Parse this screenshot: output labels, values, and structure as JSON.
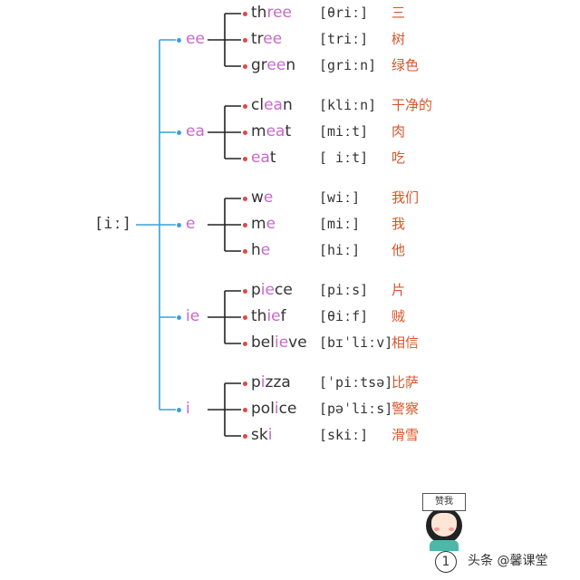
{
  "root": {
    "label": "[iː]"
  },
  "groups": [
    {
      "label": "ee",
      "words": [
        {
          "word": [
            "th",
            "ree",
            ""
          ],
          "ipa": "[θriː]",
          "cn": "三"
        },
        {
          "word": [
            "tr",
            "ee",
            ""
          ],
          "ipa": "[triː]",
          "cn": "树"
        },
        {
          "word": [
            "gr",
            "ee",
            "n"
          ],
          "ipa": "[griːn]",
          "cn": "绿色"
        }
      ]
    },
    {
      "label": "ea",
      "words": [
        {
          "word": [
            "cl",
            "ea",
            "n"
          ],
          "ipa": "[kliːn]",
          "cn": "干净的"
        },
        {
          "word": [
            "m",
            "ea",
            "t"
          ],
          "ipa": "[miːt]",
          "cn": "肉"
        },
        {
          "word": [
            "",
            "ea",
            "t"
          ],
          "ipa": "[ iːt]",
          "cn": "吃"
        }
      ]
    },
    {
      "label": "e",
      "words": [
        {
          "word": [
            "w",
            "e",
            ""
          ],
          "ipa": "[wiː]",
          "cn": "我们"
        },
        {
          "word": [
            "m",
            "e",
            ""
          ],
          "ipa": "[miː]",
          "cn": "我"
        },
        {
          "word": [
            "h",
            "e",
            ""
          ],
          "ipa": "[hiː]",
          "cn": "他"
        }
      ]
    },
    {
      "label": "ie",
      "words": [
        {
          "word": [
            "p",
            "ie",
            "ce"
          ],
          "ipa": "[piːs]",
          "cn": "片"
        },
        {
          "word": [
            "th",
            "ie",
            "f"
          ],
          "ipa": "[θiːf]",
          "cn": "贼"
        },
        {
          "word": [
            "bel",
            "ie",
            "ve"
          ],
          "ipa": "[bɪˈliːv]",
          "cn": "相信"
        }
      ]
    },
    {
      "label": "i",
      "words": [
        {
          "word": [
            "p",
            "i",
            "zza"
          ],
          "ipa": "[ˈpiːtsə]",
          "cn": "比萨"
        },
        {
          "word": [
            "pol",
            "i",
            "ce"
          ],
          "ipa": "[pəˈliːs]",
          "cn": "警察"
        },
        {
          "word": [
            "sk",
            "i",
            ""
          ],
          "ipa": "[skiː]",
          "cn": "滑雪"
        }
      ]
    }
  ],
  "colors": {
    "line_blue": "#3aa0d8",
    "line_black": "#222222",
    "dot_red": "#e04848",
    "highlight": "#c868c8",
    "chinese": "#d8552a"
  },
  "mascot": {
    "sign_text": "赞我"
  },
  "footer": {
    "page_number": "1",
    "watermark": "头条 @馨课堂"
  }
}
